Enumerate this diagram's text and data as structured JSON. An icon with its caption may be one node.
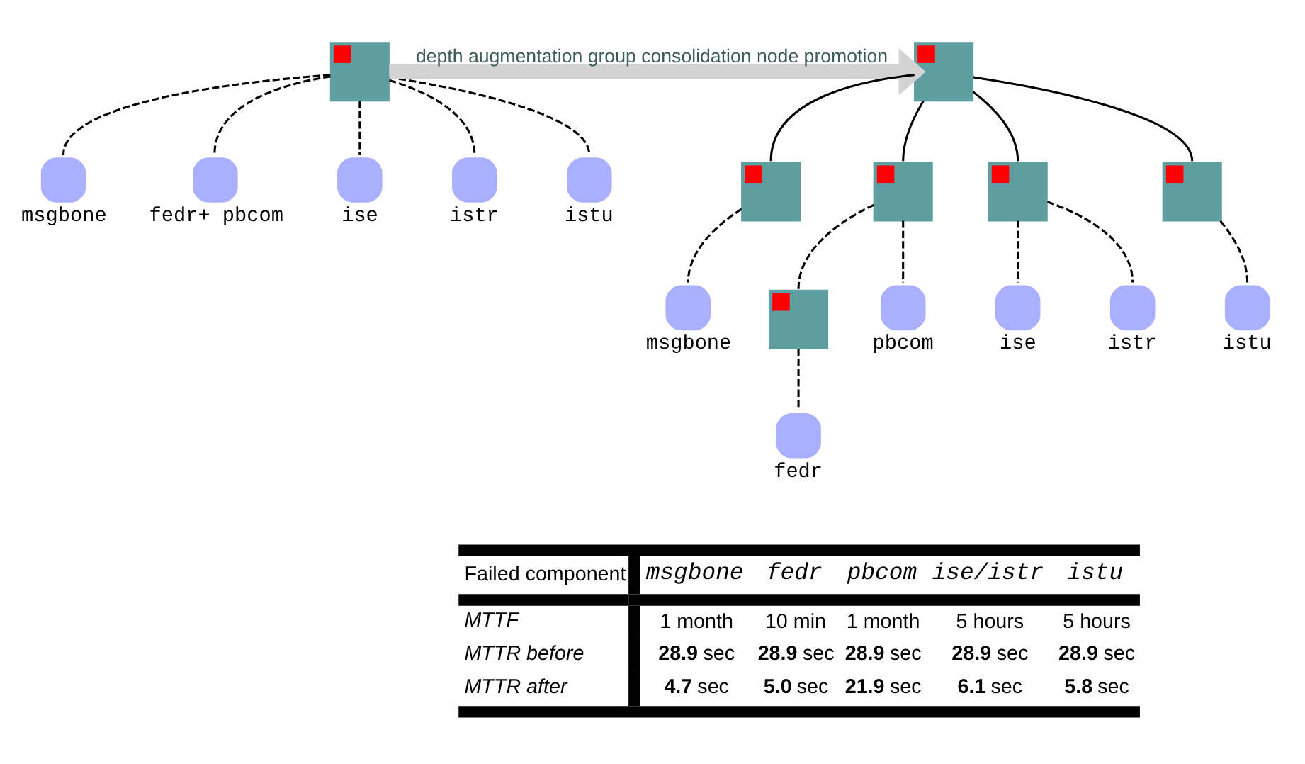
{
  "diagram": {
    "nodes": [
      {
        "text": [],
        "shape": "box"
      },
      {
        "text": [
          "msgbone"
        ]
      },
      {
        "text": [
          "fedr+ pbcom"
        ]
      },
      {
        "text": [
          "ise"
        ]
      },
      {
        "text": [
          "istr"
        ]
      },
      {
        "text": [
          "istu"
        ]
      },
      {
        "text": [],
        "shape": "box"
      },
      {
        "text": [],
        "shape": "box"
      },
      {
        "text": [],
        "shape": "box"
      },
      {
        "text": [],
        "shape": "box"
      },
      {
        "text": [],
        "shape": "box"
      },
      {
        "text": [
          "msgbone"
        ]
      },
      {
        "text": [],
        "shape": "box"
      },
      {
        "text": [
          "pbcom"
        ]
      },
      {
        "text": [
          "ise"
        ]
      },
      {
        "text": [
          "istr"
        ]
      },
      {
        "text": [
          "istu"
        ]
      },
      {
        "text": [
          "fedr"
        ]
      }
    ],
    "edges": [
      {
        "from": 0,
        "to": 1,
        "arrow": "none",
        "style": "dashed"
      },
      {
        "from": 0,
        "to": 2,
        "arrow": "none",
        "style": "dashed"
      },
      {
        "from": 0,
        "to": 3,
        "arrow": "none",
        "style": "dashed"
      },
      {
        "from": 0,
        "to": 4,
        "arrow": "none",
        "style": "dashed"
      },
      {
        "from": 0,
        "to": 5,
        "arrow": "none",
        "style": "dashed"
      },
      {
        "from": 0,
        "to": 6,
        "arrow": "to",
        "style": "thick",
        "color": "#d3d3d3",
        "label": "depth augmentation group consolidation node promotion"
      },
      {
        "from": 6,
        "to": 7,
        "arrow": "none"
      },
      {
        "from": 6,
        "to": 8,
        "arrow": "none"
      },
      {
        "from": 6,
        "to": 9,
        "arrow": "none"
      },
      {
        "from": 6,
        "to": 10,
        "arrow": "none"
      },
      {
        "from": 7,
        "to": 11,
        "arrow": "none",
        "style": "dashed"
      },
      {
        "from": 8,
        "to": 12,
        "arrow": "none",
        "style": "dashed"
      },
      {
        "from": 8,
        "to": 13,
        "arrow": "none",
        "style": "dashed"
      },
      {
        "from": 9,
        "to": 14,
        "arrow": "none",
        "style": "dashed"
      },
      {
        "from": 9,
        "to": 15,
        "arrow": "none",
        "style": "dashed"
      },
      {
        "from": 10,
        "to": 16,
        "arrow": "none",
        "style": "dashed"
      },
      {
        "from": 12,
        "to": 17,
        "arrow": "none",
        "style": "dashed"
      }
    ],
    "labels": [
      "Failed component",
      "msgbone",
      "fedr",
      "pbcom",
      "ise/istr",
      "istu",
      "MTTF",
      "1 month",
      "10 min",
      "1 month",
      "5 hours",
      "5 hours",
      "MTTR before",
      "**28.9** sec",
      "**28.9** sec",
      "**28.9** sec",
      "**28.9** sec",
      "**28.9** sec",
      "MTTR after",
      "**4.7** sec",
      "**5.0** sec",
      "**21.9** sec",
      "**6.1** sec",
      "**5.8** sec"
    ]
  }
}
